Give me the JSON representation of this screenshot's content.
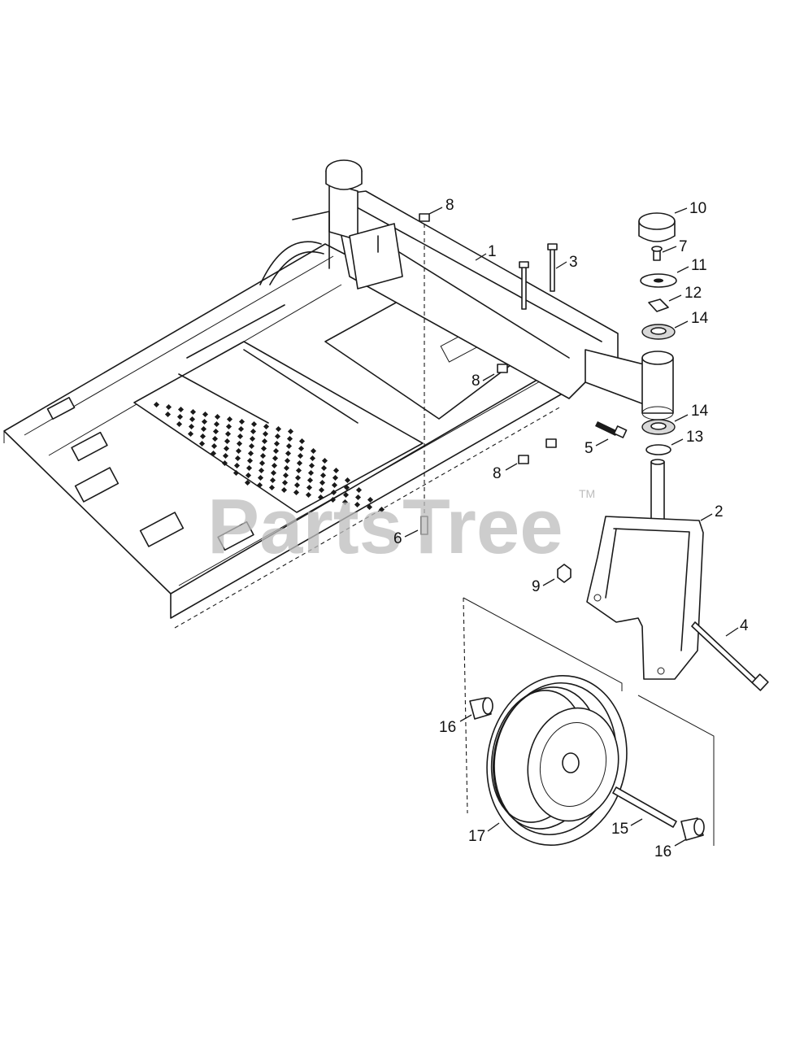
{
  "watermark": {
    "brand": "PartsTree",
    "trademark": "TM"
  },
  "callouts": [
    {
      "id": "c1",
      "label": "1"
    },
    {
      "id": "c2",
      "label": "2"
    },
    {
      "id": "c3",
      "label": "3"
    },
    {
      "id": "c4",
      "label": "4"
    },
    {
      "id": "c5",
      "label": "5"
    },
    {
      "id": "c6",
      "label": "6"
    },
    {
      "id": "c7",
      "label": "7"
    },
    {
      "id": "c8a",
      "label": "8"
    },
    {
      "id": "c8b",
      "label": "8"
    },
    {
      "id": "c8c",
      "label": "8"
    },
    {
      "id": "c9",
      "label": "9"
    },
    {
      "id": "c10",
      "label": "10"
    },
    {
      "id": "c11",
      "label": "11"
    },
    {
      "id": "c12",
      "label": "12"
    },
    {
      "id": "c13",
      "label": "13"
    },
    {
      "id": "c14a",
      "label": "14"
    },
    {
      "id": "c14b",
      "label": "14"
    },
    {
      "id": "c15",
      "label": "15"
    },
    {
      "id": "c16a",
      "label": "16"
    },
    {
      "id": "c16b",
      "label": "16"
    },
    {
      "id": "c17",
      "label": "17"
    }
  ]
}
